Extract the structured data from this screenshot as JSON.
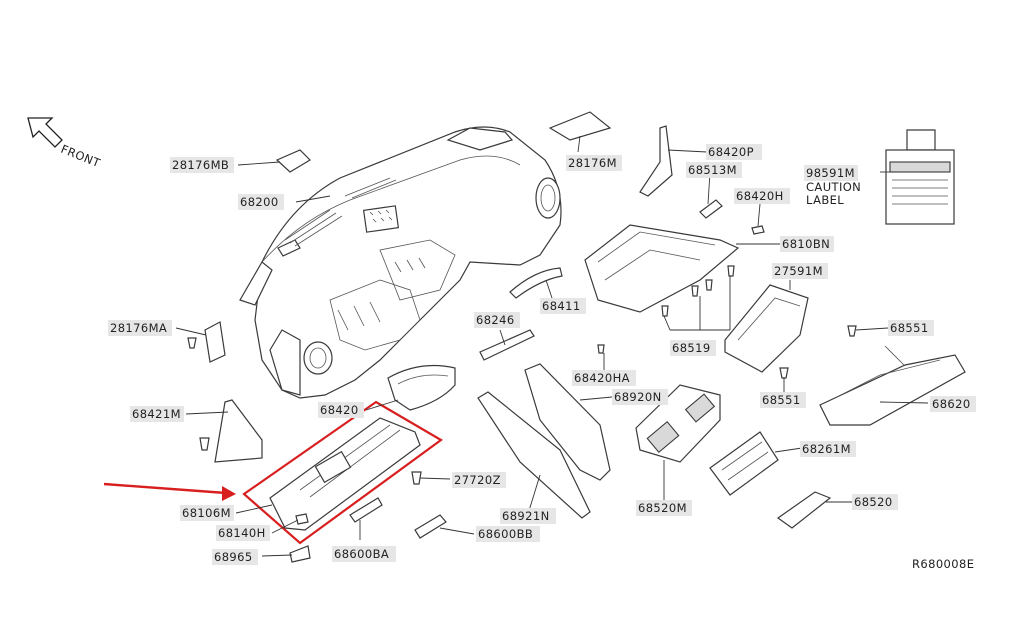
{
  "front_label": "FRONT",
  "diagram_code": "R680008E",
  "caution_label": {
    "part": "98591M",
    "line1": "CAUTION",
    "line2": "LABEL"
  },
  "labels": {
    "p28176MB": "28176MB",
    "p68200": "68200",
    "p28176MA": "28176MA",
    "p68421M": "68421M",
    "p68106M": "68106M",
    "p68140H": "68140H",
    "p68965": "68965",
    "p68600BA": "68600BA",
    "p68600BB": "68600BB",
    "p27720Z": "27720Z",
    "p68420": "68420",
    "p68246": "68246",
    "p68411": "68411",
    "p28176M": "28176M",
    "p68420P": "68420P",
    "p68513M": "68513M",
    "p68420H": "68420H",
    "p6810BN": "6810BN",
    "p27591M": "27591M",
    "p68519": "68519",
    "p68551a": "68551",
    "p68551b": "68551",
    "p68420HA": "68420HA",
    "p68920N": "68920N",
    "p68921N": "68921N",
    "p68520M": "68520M",
    "p68261M": "68261M",
    "p68620": "68620",
    "p68520": "68520"
  },
  "colors": {
    "highlight": "#d81e1e",
    "line": "#333333",
    "label_bg": "#e6e6e6"
  }
}
